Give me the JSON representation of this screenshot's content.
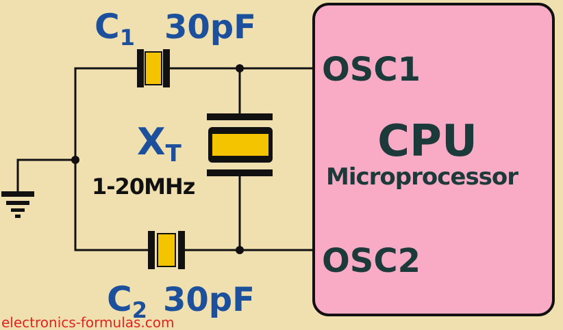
{
  "cpu": {
    "title": "CPU",
    "subtitle": "Microprocessor",
    "pin1": "OSC1",
    "pin2": "OSC2"
  },
  "capacitors": {
    "c1": {
      "name": "C",
      "subscript": "1",
      "value": "30pF"
    },
    "c2": {
      "name": "C",
      "subscript": "2",
      "value": "30pF"
    }
  },
  "crystal": {
    "name": "X",
    "subscript": "T",
    "frequency": "1-20MHz"
  },
  "watermark": "electronics-formulas.com",
  "colors": {
    "background": "#f0e0b0",
    "cpu_fill": "#f9aac4",
    "component_fill": "#f5c400",
    "label_blue": "#1c4f9c",
    "pin_label": "#1c3a3a",
    "watermark": "#e0241f"
  }
}
